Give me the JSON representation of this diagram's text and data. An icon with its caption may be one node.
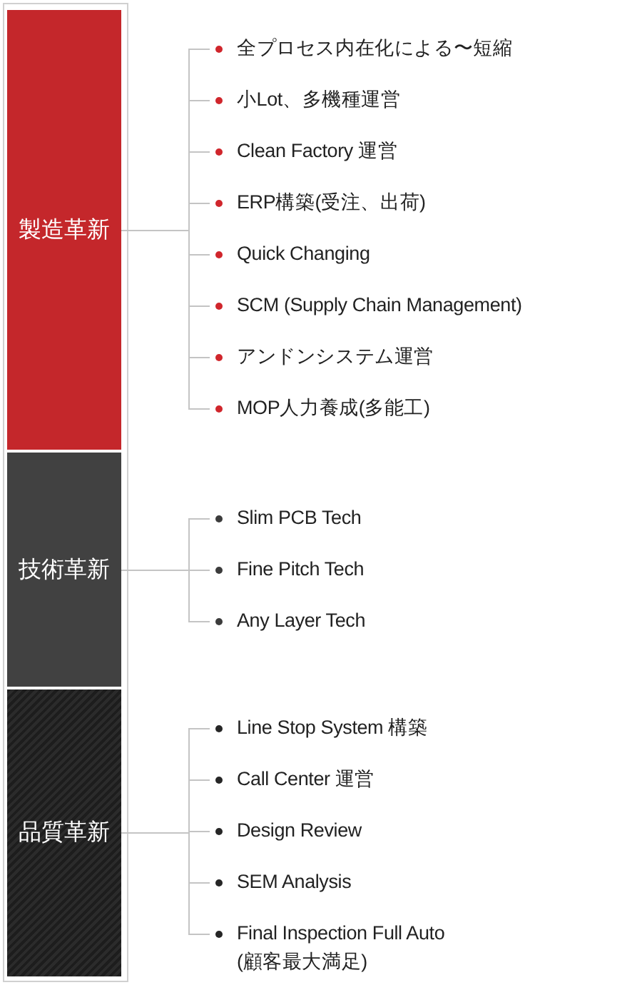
{
  "diagram": {
    "nodes": [
      {
        "text": [
          "製造革新"
        ]
      },
      {
        "text": [
          "全プロセス内在化による〜短縮"
        ]
      },
      {
        "text": [
          "小Lot、多機種運営"
        ]
      },
      {
        "text": [
          "Clean Factory 運営"
        ]
      },
      {
        "text": [
          "ERP構築(受注、出荷)"
        ]
      },
      {
        "text": [
          "Quick Changing"
        ]
      },
      {
        "text": [
          "SCM (Supply Chain Management)"
        ]
      },
      {
        "text": [
          "アンドンシステム運営"
        ]
      },
      {
        "text": [
          "MOP人力養成(多能工)"
        ]
      },
      {
        "text": [
          "技術革新"
        ]
      },
      {
        "text": [
          "Slim PCB Tech"
        ]
      },
      {
        "text": [
          "Fine Pitch Tech"
        ]
      },
      {
        "text": [
          "Any Layer Tech"
        ]
      },
      {
        "text": [
          "品質革新"
        ]
      },
      {
        "text": [
          "Line Stop System 構築"
        ]
      },
      {
        "text": [
          "Call Center 運営"
        ]
      },
      {
        "text": [
          "Design Review"
        ]
      },
      {
        "text": [
          "SEM Analysis"
        ]
      },
      {
        "text": [
          "Final Inspection Full Auto (顧客最大満足)"
        ]
      }
    ],
    "edges": [
      {
        "from": 0,
        "to": 1,
        "arrow": "none"
      },
      {
        "from": 0,
        "to": 2,
        "arrow": "none"
      },
      {
        "from": 0,
        "to": 3,
        "arrow": "none"
      },
      {
        "from": 0,
        "to": 4,
        "arrow": "none"
      },
      {
        "from": 0,
        "to": 5,
        "arrow": "none"
      },
      {
        "from": 0,
        "to": 6,
        "arrow": "none"
      },
      {
        "from": 0,
        "to": 7,
        "arrow": "none"
      },
      {
        "from": 0,
        "to": 8,
        "arrow": "none"
      },
      {
        "from": 9,
        "to": 10,
        "arrow": "none"
      },
      {
        "from": 9,
        "to": 11,
        "arrow": "none"
      },
      {
        "from": 9,
        "to": 12,
        "arrow": "none"
      },
      {
        "from": 13,
        "to": 14,
        "arrow": "none"
      },
      {
        "from": 13,
        "to": 15,
        "arrow": "none"
      },
      {
        "from": 13,
        "to": 16,
        "arrow": "none"
      },
      {
        "from": 13,
        "to": 17,
        "arrow": "none"
      },
      {
        "from": 13,
        "to": 18,
        "arrow": "none"
      }
    ]
  }
}
